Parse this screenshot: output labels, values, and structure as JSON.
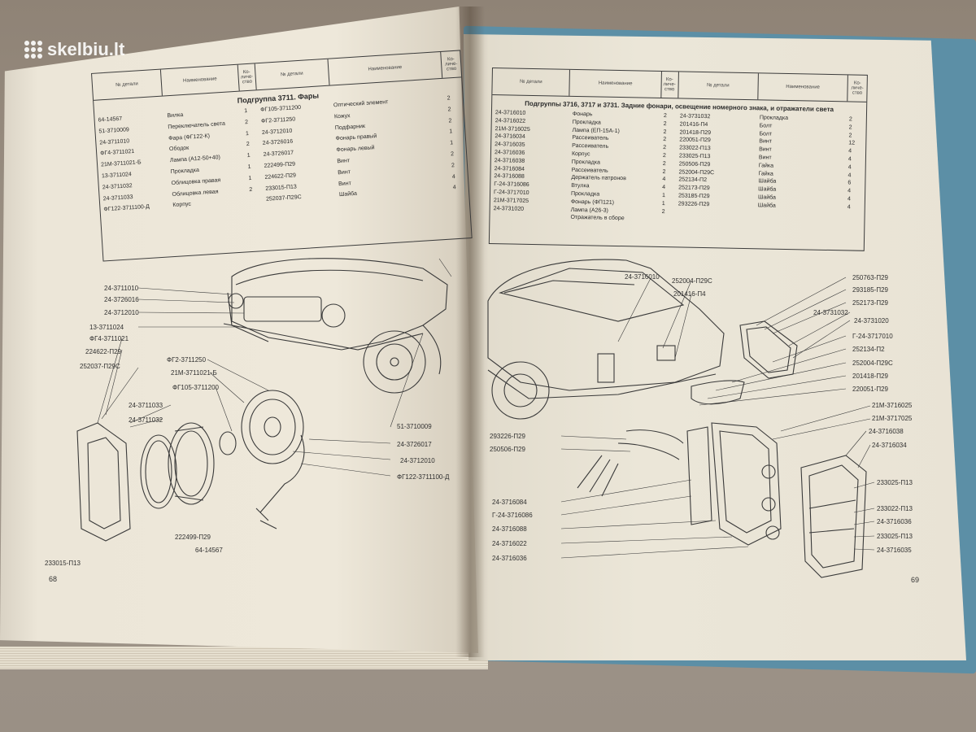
{
  "watermark": {
    "text": "skelbiu.lt"
  },
  "left_page": {
    "page_number": "68",
    "table": {
      "headers": [
        "№ детали",
        "Наименование",
        "Ко-личе-ство",
        "№ детали",
        "Наименование",
        "Ко-личе-ство"
      ],
      "subtitle": "Подгруппа 3711. Фары",
      "col1": [
        "64-14567",
        "51-3710009",
        "24-3711010",
        "ФГ4-3711021",
        "21М-3711021-Б",
        "13-3711024",
        "24-3711032",
        "24-3711033",
        "ФГ122-3711100-Д"
      ],
      "col2": [
        "Вилка",
        "Переключатель света",
        "Фара (ФГ122-К)",
        "Ободок",
        "Лампа (А12-50+40)",
        "Прокладка",
        "Облицовка правая",
        "Облицовка левая",
        "Корпус"
      ],
      "col3": [
        "1",
        "2",
        "1",
        "2",
        "1",
        "1",
        "1",
        "2"
      ],
      "col4": [
        "ФГ105-3711200",
        "ФГ2-3711250",
        "24-3712010",
        "24-3726016",
        "24-3726017",
        "222499-П29",
        "224622-П29",
        "233015-П13",
        "252037-П29С"
      ],
      "col5": [
        "Оптический элемент",
        "Кожух",
        "Подфарник",
        "Фонарь правый",
        "Фонарь левый",
        "Винт",
        "Винт",
        "Винт",
        "Шайба"
      ],
      "col6": [
        "2",
        "2",
        "2",
        "1",
        "1",
        "2",
        "2",
        "4",
        "4"
      ]
    },
    "callouts": [
      "24-3711010",
      "24-3726016",
      "24-3712010",
      "13-3711024",
      "ФГ4-3711021",
      "224622-П29",
      "252037-П29С",
      "24-3711033",
      "24-3711032",
      "ФГ2-3711250",
      "21М-3711021-Б",
      "ФГ105-3711200",
      "233015-П13",
      "222499-П29",
      "64-14567",
      "51-3710009",
      "24-3726017",
      "24-3712010",
      "ФГ122-3711100-Д"
    ]
  },
  "right_page": {
    "page_number": "69",
    "table": {
      "headers": [
        "№ детали",
        "Наименование",
        "Ко-личе-ство",
        "№ детали",
        "Наименование",
        "Ко-личе-ство"
      ],
      "subtitle": "Подгруппы 3716, 3717 и 3731. Задние фонари, освещение номерного знака, и отражатели света",
      "col1": [
        "24-3716010",
        "24-3716022",
        "21М-3716025",
        "24-3716034",
        "24-3716035",
        "24-3716036",
        "24-3716038",
        "24-3716084",
        "24-3716088",
        "Г-24-3716086",
        "Г-24-3717010",
        "21М-3717025",
        "24-3731020"
      ],
      "col2": [
        "Фонарь",
        "Прокладка",
        "Лампа (ЕП-15А-1)",
        "Рассеиватель",
        "Рассеиватель",
        "Корпус",
        "Прокладка",
        "Рассеиватель",
        "Держатель патронов",
        "Втулка",
        "Прокладка",
        "Фонарь (ФП121)",
        "Лампа (А26-3)",
        "Отражатель в сборе"
      ],
      "col3": [
        "2",
        "2",
        "2",
        "2",
        "2",
        "2",
        "2",
        "2",
        "4",
        "4",
        "1",
        "1",
        "2"
      ],
      "col4": [
        "24-3731032",
        "201416-П4",
        "201418-П29",
        "220051-П29",
        "233022-П13",
        "233025-П13",
        "250506-П29",
        "252004-П29С",
        "252134-П2",
        "252173-П29",
        "253185-П29",
        "293226-П29"
      ],
      "col5": [
        "Прокладка",
        "Болт",
        "Болт",
        "Винт",
        "Винт",
        "Винт",
        "Гайка",
        "Гайка",
        "Шайба",
        "Шайба",
        "Шайба",
        "Шайба"
      ],
      "col6": [
        "2",
        "2",
        "2",
        "12",
        "4",
        "4",
        "4",
        "4",
        "6",
        "4",
        "4",
        "4"
      ]
    },
    "callouts": [
      "24-3716010",
      "252004-П29С",
      "201416-П4",
      "250763-П29",
      "293185-П29",
      "252173-П29",
      "24-3731032",
      "24-3731020",
      "Г-24-3717010",
      "252134-П2",
      "252004-П29С",
      "201418-П29",
      "220051-П29",
      "21М-3716025",
      "21М-3717025",
      "24-3716038",
      "24-3716034",
      "293226-П29",
      "250506-П29",
      "233025-П13",
      "233022-П13",
      "24-3716036",
      "233025-П13",
      "24-3716035",
      "24-3716084",
      "Г-24-3716086",
      "24-3716088",
      "24-3716022",
      "24-3716036"
    ]
  }
}
